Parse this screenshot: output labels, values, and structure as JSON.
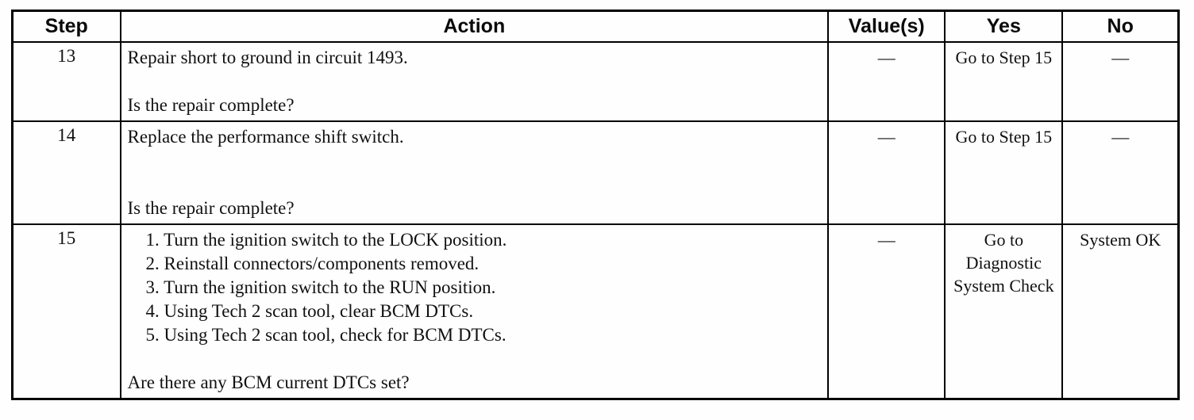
{
  "table": {
    "headers": [
      "Step",
      "Action",
      "Value(s)",
      "Yes",
      "No"
    ],
    "rows": [
      {
        "step": "13",
        "action_lines": [
          "Repair short to ground in circuit 1493.",
          "",
          "Is the repair complete?"
        ],
        "values": "—",
        "yes": "Go to Step 15",
        "no": "—"
      },
      {
        "step": "14",
        "action_lines": [
          "Replace the performance shift switch.",
          "",
          "",
          "Is the repair complete?"
        ],
        "values": "—",
        "yes": "Go to Step 15",
        "no": "—"
      },
      {
        "step": "15",
        "action_lines": [
          "    1. Turn the ignition switch to the LOCK position.",
          "    2. Reinstall connectors/components removed.",
          "    3. Turn the ignition switch to the RUN position.",
          "    4. Using Tech 2 scan tool, clear BCM DTCs.",
          "    5. Using Tech 2 scan tool, check for BCM DTCs.",
          "",
          "Are there any BCM current DTCs set?"
        ],
        "values": "—",
        "yes": "Go to Diagnostic System Check",
        "no": "System OK"
      }
    ]
  }
}
